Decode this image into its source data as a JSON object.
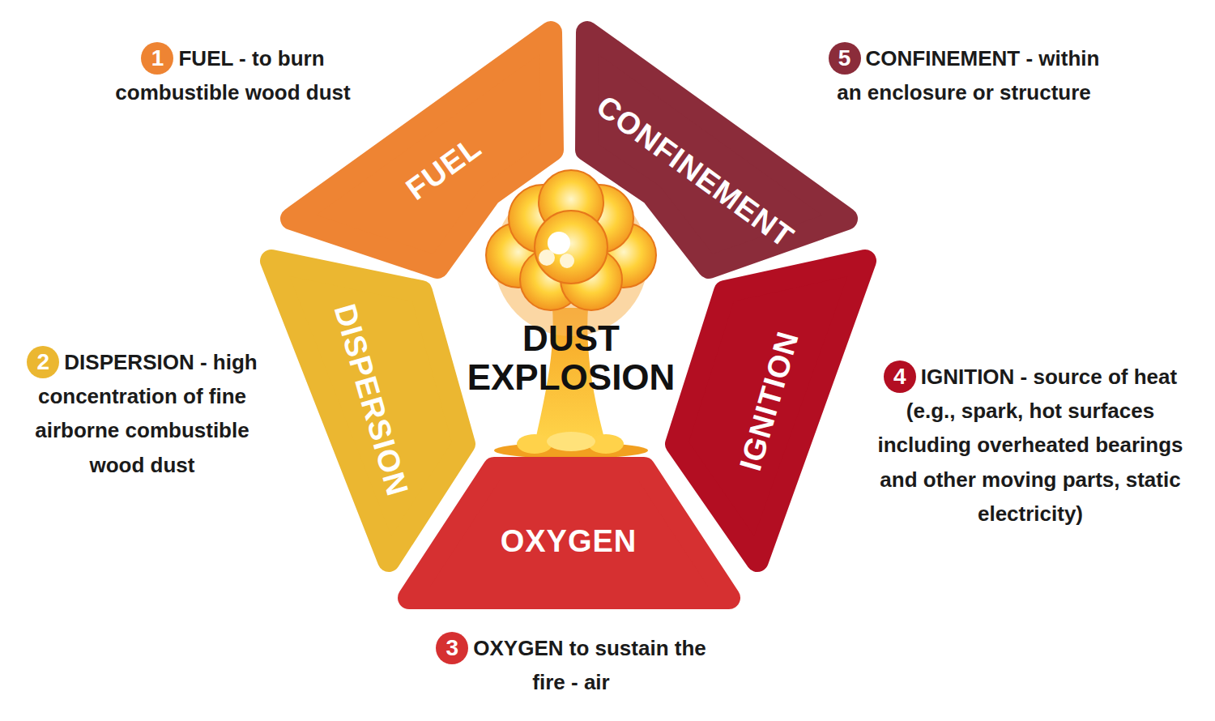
{
  "diagram": {
    "title": "DUST EXPLOSION",
    "nodes": [
      {
        "text": [
          "FUEL"
        ]
      },
      {
        "text": [
          "CONFINEMENT"
        ]
      },
      {
        "text": [
          "IGNITION"
        ]
      },
      {
        "text": [
          "OXYGEN"
        ]
      },
      {
        "text": [
          "DISPERSION"
        ]
      }
    ],
    "labels": [
      "1",
      "FUEL - to burn combustible wood dust",
      "2",
      "DISPERSION - high concentration of fine airborne combustible wood dust",
      "3",
      "OXYGEN to sustain the fire - air",
      "4",
      "IGNITION - source of heat (e.g., spark, hot surfaces including overheated bearings and other moving parts, static electricity)",
      "5",
      "CONFINEMENT - within an enclosure or structure"
    ]
  }
}
